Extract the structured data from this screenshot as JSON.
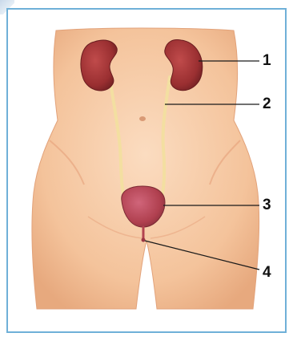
{
  "diagram": {
    "labels": [
      "1",
      "2",
      "3",
      "4"
    ],
    "colors": {
      "skin": "#f6c9a4",
      "skin_shade": "#e8a982",
      "kidney": "#a8383a",
      "kidney_dark": "#7c2326",
      "ureter": "#f2dd9a",
      "bladder": "#b8455a",
      "frame": "#6fb0d8",
      "leader_line": "#1a1a1a"
    }
  }
}
